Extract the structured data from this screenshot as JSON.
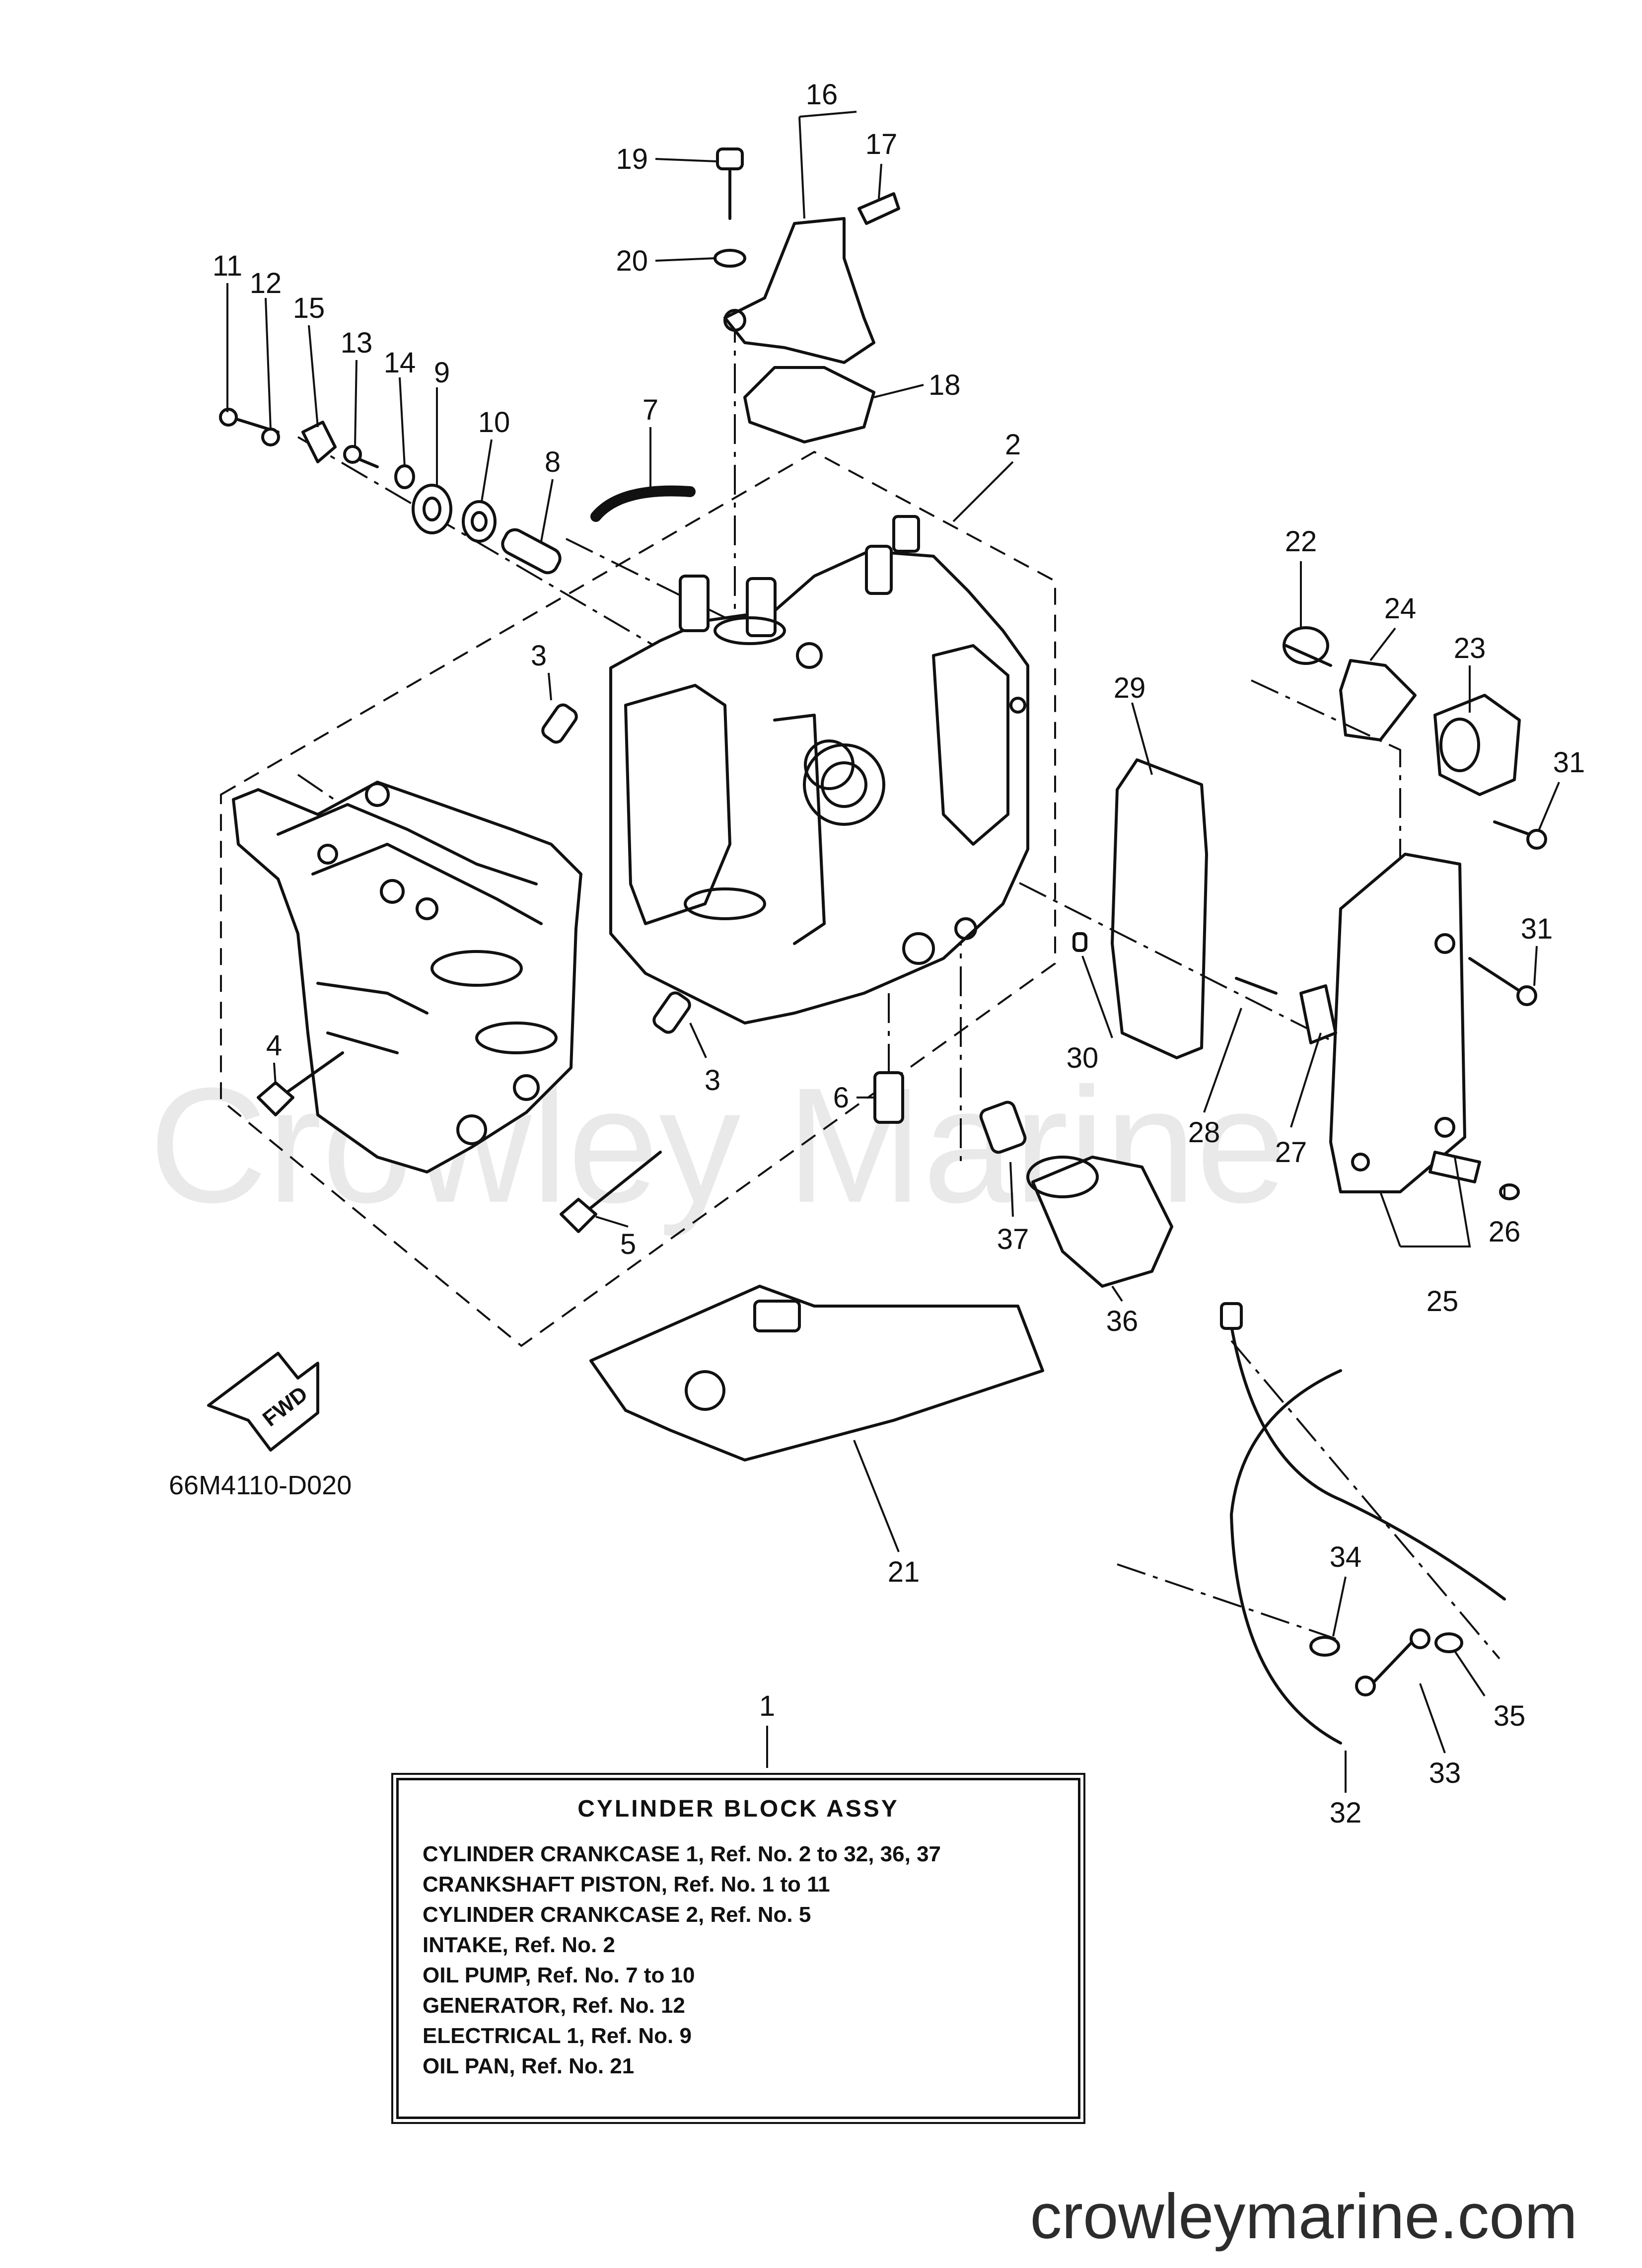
{
  "watermark": "Crowley Marine",
  "diagram_code": "66M4110-D020",
  "fwd_label": "FWD",
  "site_url": "crowleymarine.com",
  "legend": {
    "title": "CYLINDER  BLOCK  ASSY",
    "items": [
      "CYLINDER CRANKCASE 1, Ref. No. 2 to 32,  36,  37",
      "CRANKSHAFT PISTON,  Ref. No. 1 to 11",
      "CYLINDER CRANKCASE 2,  Ref. No. 5",
      "INTAKE,   Ref. No. 2",
      "OIL PUMP,    Ref. No. 7 to 10",
      "GENERATOR,  Ref. No. 12",
      "ELECTRICAL 1,   Ref. No. 9",
      "OIL PAN,  Ref. No. 21"
    ]
  },
  "callouts": {
    "c1": "1",
    "c2": "2",
    "c3a": "3",
    "c3b": "3",
    "c4": "4",
    "c5": "5",
    "c6": "6",
    "c7": "7",
    "c8": "8",
    "c9": "9",
    "c10": "10",
    "c11": "11",
    "c12": "12",
    "c13": "13",
    "c14": "14",
    "c15": "15",
    "c16": "16",
    "c17": "17",
    "c18": "18",
    "c19": "19",
    "c20": "20",
    "c21": "21",
    "c22": "22",
    "c23": "23",
    "c24": "24",
    "c25": "25",
    "c26": "26",
    "c27": "27",
    "c28": "28",
    "c29": "29",
    "c30": "30",
    "c31a": "31",
    "c31b": "31",
    "c32": "32",
    "c33": "33",
    "c34": "34",
    "c35": "35",
    "c36": "36",
    "c37": "37"
  }
}
